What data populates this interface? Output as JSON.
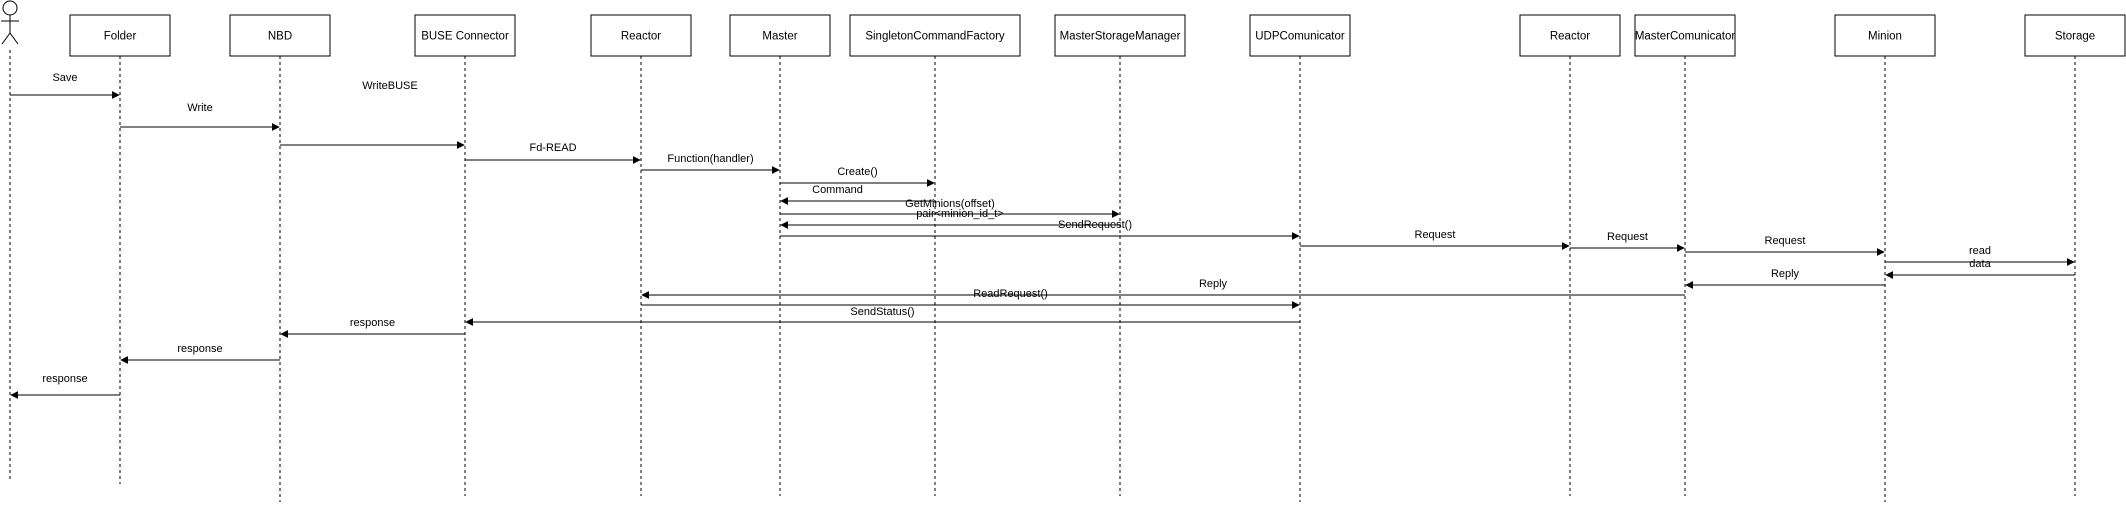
{
  "diagram": {
    "actor": {
      "name": ""
    },
    "participants": [
      {
        "id": "folder",
        "name": "Folder"
      },
      {
        "id": "nbd",
        "name": "NBD"
      },
      {
        "id": "buse",
        "name": "BUSE Connector"
      },
      {
        "id": "reactor1",
        "name": "Reactor"
      },
      {
        "id": "master",
        "name": "Master"
      },
      {
        "id": "factory",
        "name": "SingletonCommandFactory"
      },
      {
        "id": "msm",
        "name": "MasterStorageManager"
      },
      {
        "id": "udp",
        "name": "UDPComunicator"
      },
      {
        "id": "reactor2",
        "name": "Reactor"
      },
      {
        "id": "mcomm",
        "name": "MasterComunicator"
      },
      {
        "id": "minion",
        "name": "Minion"
      },
      {
        "id": "storage",
        "name": "Storage"
      }
    ],
    "free_labels": [
      {
        "id": "writebuse",
        "text": "WriteBUSE"
      }
    ],
    "messages": [
      {
        "from": "actor",
        "to": "folder",
        "label": "Save"
      },
      {
        "from": "folder",
        "to": "nbd",
        "label": "Write"
      },
      {
        "from": "nbd",
        "to": "buse",
        "label": ""
      },
      {
        "from": "buse",
        "to": "reactor1",
        "label": "Fd-READ"
      },
      {
        "from": "reactor1",
        "to": "master",
        "label": "Function(handler)"
      },
      {
        "from": "master",
        "to": "factory",
        "label": "Create()"
      },
      {
        "from": "factory",
        "to": "master",
        "label": "Command"
      },
      {
        "from": "master",
        "to": "msm",
        "label": "GetMinions(offset)"
      },
      {
        "from": "msm",
        "to": "master",
        "label": "pair<minion_id_t>"
      },
      {
        "from": "master",
        "to": "udp",
        "label": "SendRequest()"
      },
      {
        "from": "udp",
        "to": "reactor2",
        "label": "Request"
      },
      {
        "from": "reactor2",
        "to": "mcomm",
        "label": "Request"
      },
      {
        "from": "mcomm",
        "to": "minion",
        "label": "Request"
      },
      {
        "from": "minion",
        "to": "storage",
        "label": "read"
      },
      {
        "from": "storage",
        "to": "minion",
        "label": "data"
      },
      {
        "from": "minion",
        "to": "mcomm",
        "label": "Reply"
      },
      {
        "from": "mcomm",
        "to": "reactor1",
        "label": "Reply"
      },
      {
        "from": "reactor1",
        "to": "udp",
        "label": "ReadRequest()"
      },
      {
        "from": "udp",
        "to": "buse",
        "label": "SendStatus()"
      },
      {
        "from": "buse",
        "to": "nbd",
        "label": "response"
      },
      {
        "from": "nbd",
        "to": "folder",
        "label": "response"
      },
      {
        "from": "folder",
        "to": "actor",
        "label": "response"
      }
    ]
  }
}
